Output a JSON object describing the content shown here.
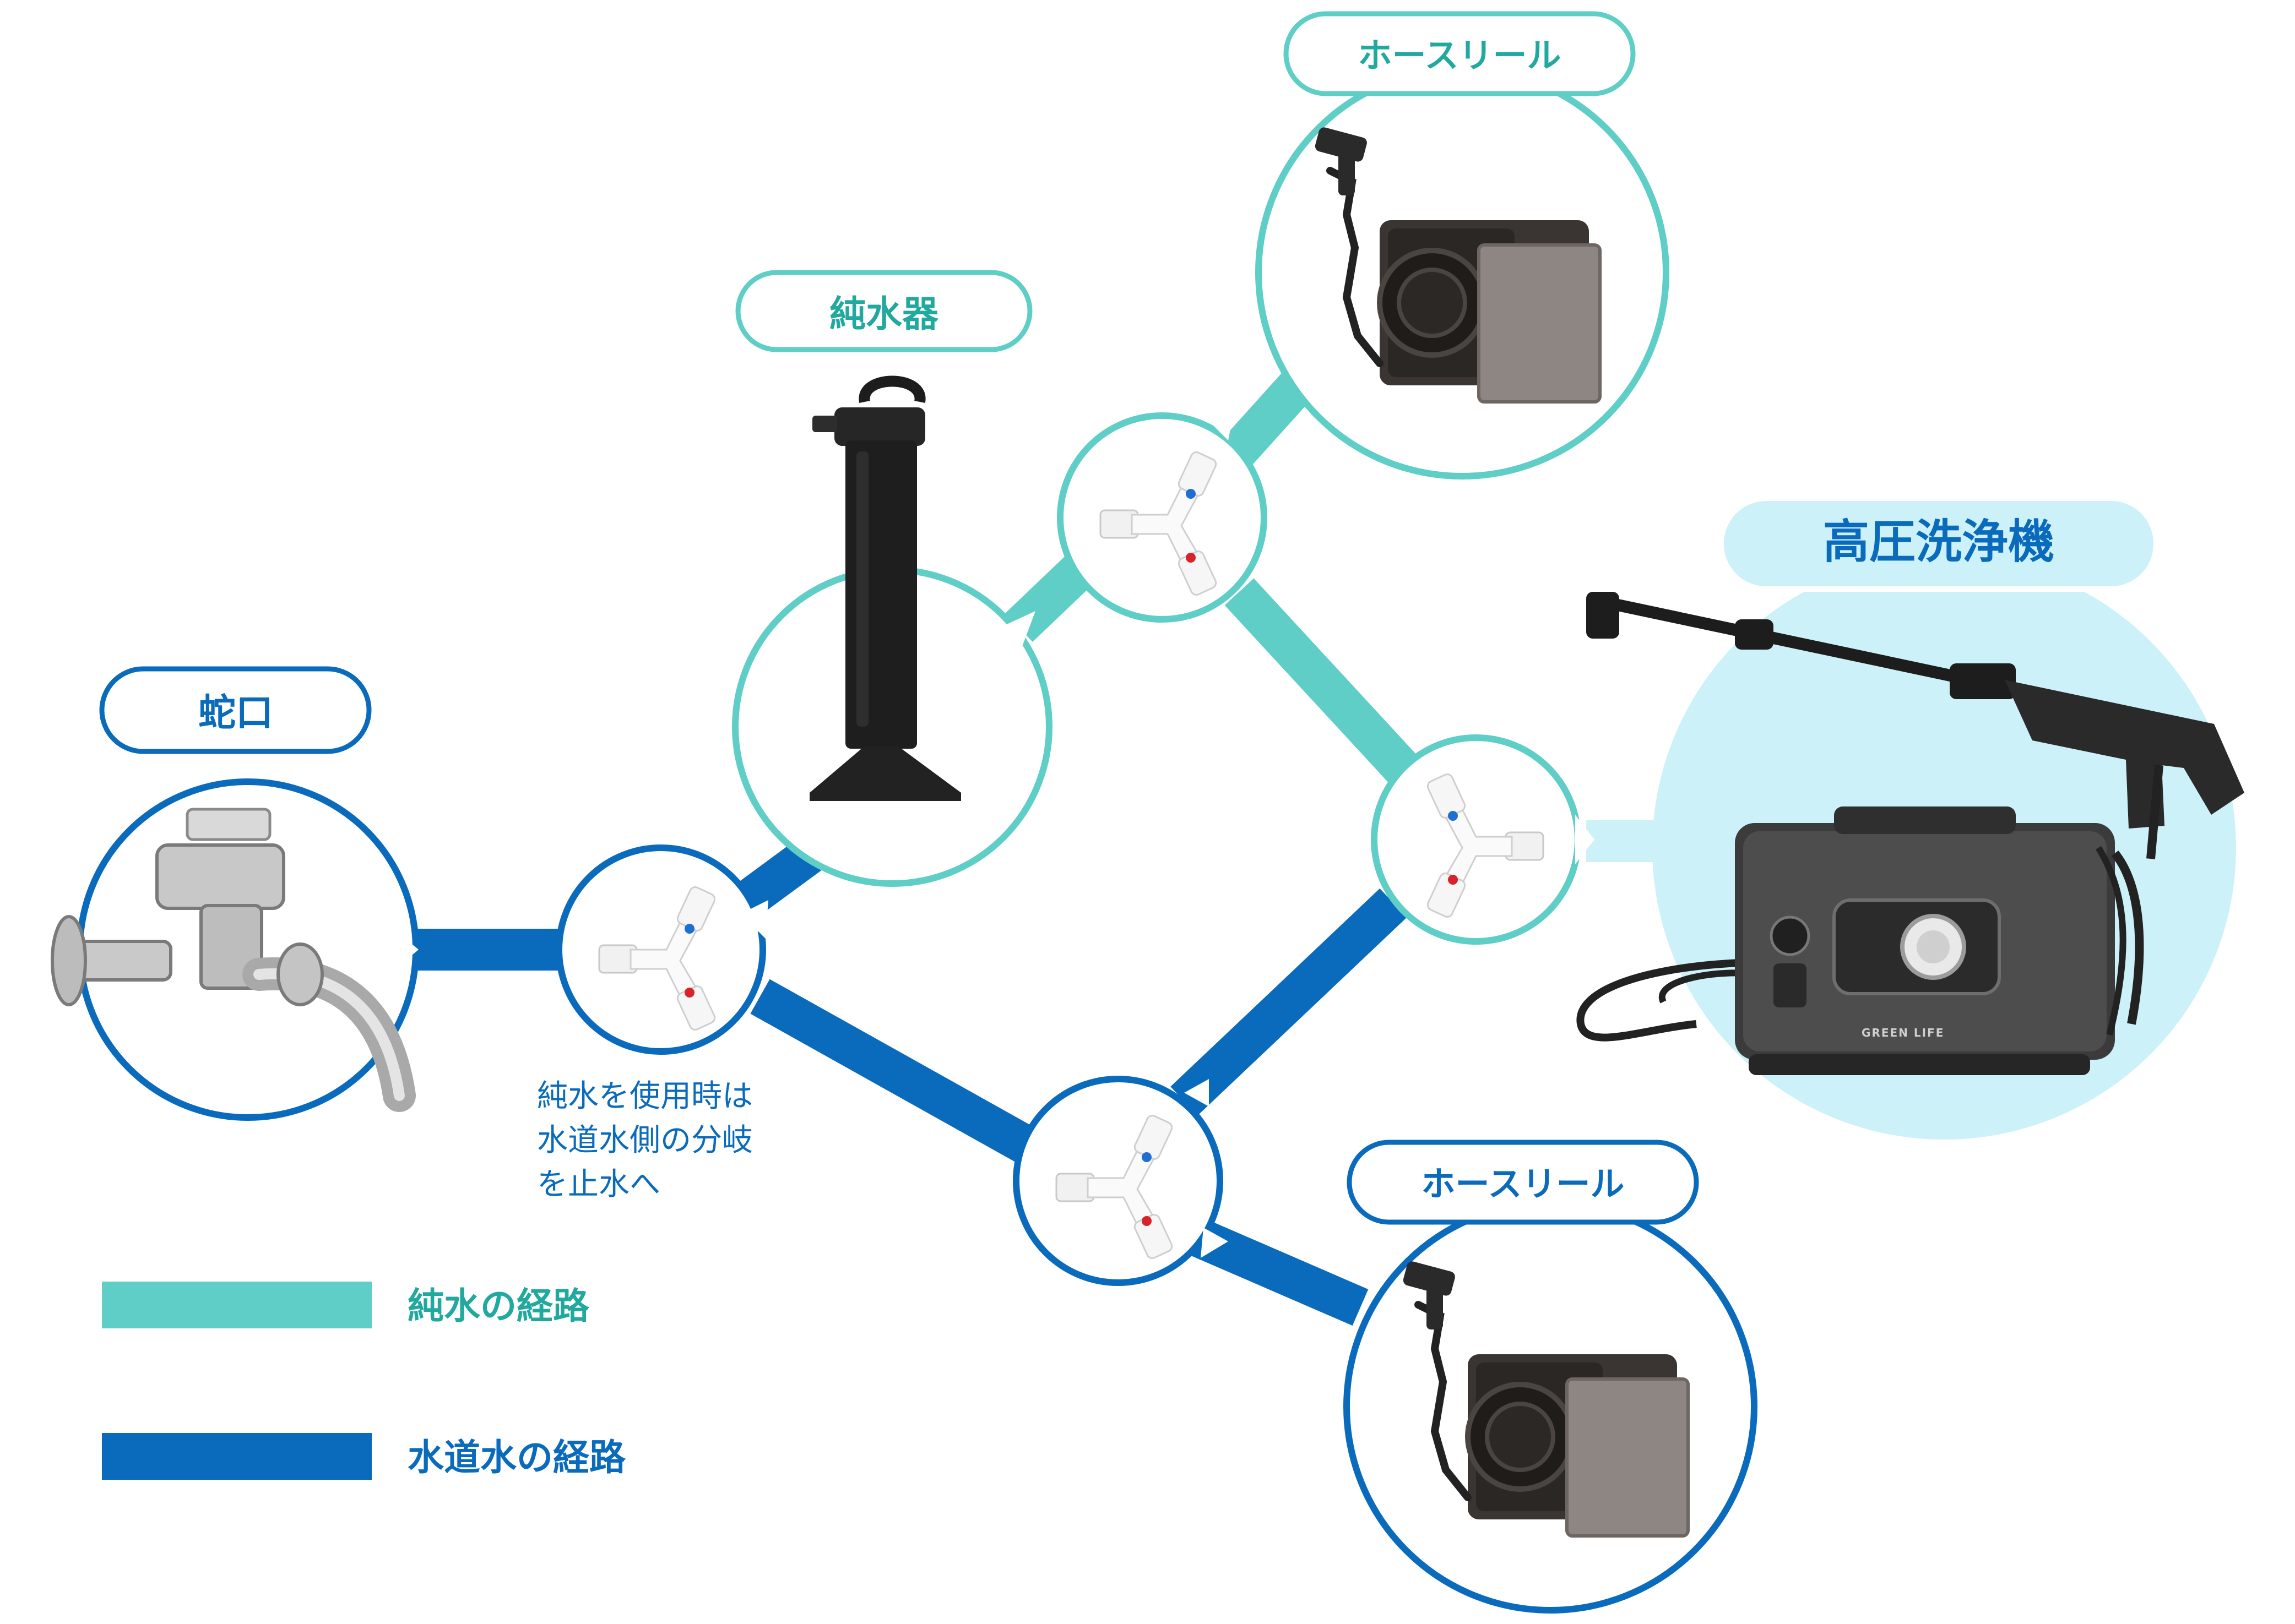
{
  "colors": {
    "pure_water_route": "#5ecec6",
    "tap_water_route": "#0a6bbd",
    "pressure_washer_bg": "#ccf1f9",
    "white": "#ffffff"
  },
  "nodes": {
    "faucet": {
      "label": "蛇口",
      "icon": "faucet-icon"
    },
    "purifier": {
      "label": "純水器",
      "icon": "water-purifier-icon"
    },
    "hose_reel_top": {
      "label": "ホースリール",
      "icon": "hose-reel-icon"
    },
    "hose_reel_bottom": {
      "label": "ホースリール",
      "icon": "hose-reel-icon"
    },
    "pressure_washer": {
      "label": "高圧洗浄機",
      "icon": "pressure-washer-icon",
      "brand": "GREEN LIFE"
    },
    "splitter_icon": "y-splitter-icon"
  },
  "note": {
    "lines": [
      "純水を使用時は",
      "水道水側の分岐",
      "を止水へ"
    ]
  },
  "legend": {
    "pure_water": "純水の経路",
    "tap_water": "水道水の経路"
  }
}
